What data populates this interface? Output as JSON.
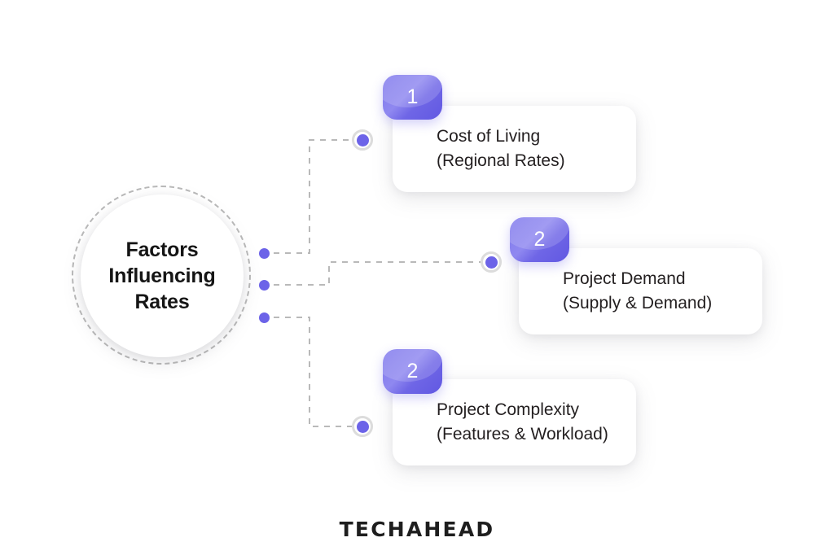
{
  "theme": {
    "background": "#ffffff",
    "accent": "#6c63e8",
    "badge_gradient_from": "#8f88f0",
    "badge_gradient_to": "#6158e2",
    "connector_color": "#b9b9b9",
    "text_color": "#231f20",
    "hub_text_color": "#151515"
  },
  "hub": {
    "label": "Factors\nInfluencing\nRates",
    "dots": [
      {
        "name": "hub-dot-1"
      },
      {
        "name": "hub-dot-2"
      },
      {
        "name": "hub-dot-3"
      }
    ]
  },
  "cards": [
    {
      "badge": "1",
      "title": "Cost of Living",
      "subtitle": "(Regional Rates)",
      "text": "Cost of Living\n(Regional Rates)"
    },
    {
      "badge": "2",
      "title": "Project Demand",
      "subtitle": "(Supply & Demand)",
      "text": "Project Demand\n(Supply & Demand)"
    },
    {
      "badge": "2",
      "title": "Project Complexity",
      "subtitle": "(Features & Workload)",
      "text": "Project Complexity\n(Features & Workload)"
    }
  ],
  "footer": {
    "logo": "TECHAHEAD"
  }
}
